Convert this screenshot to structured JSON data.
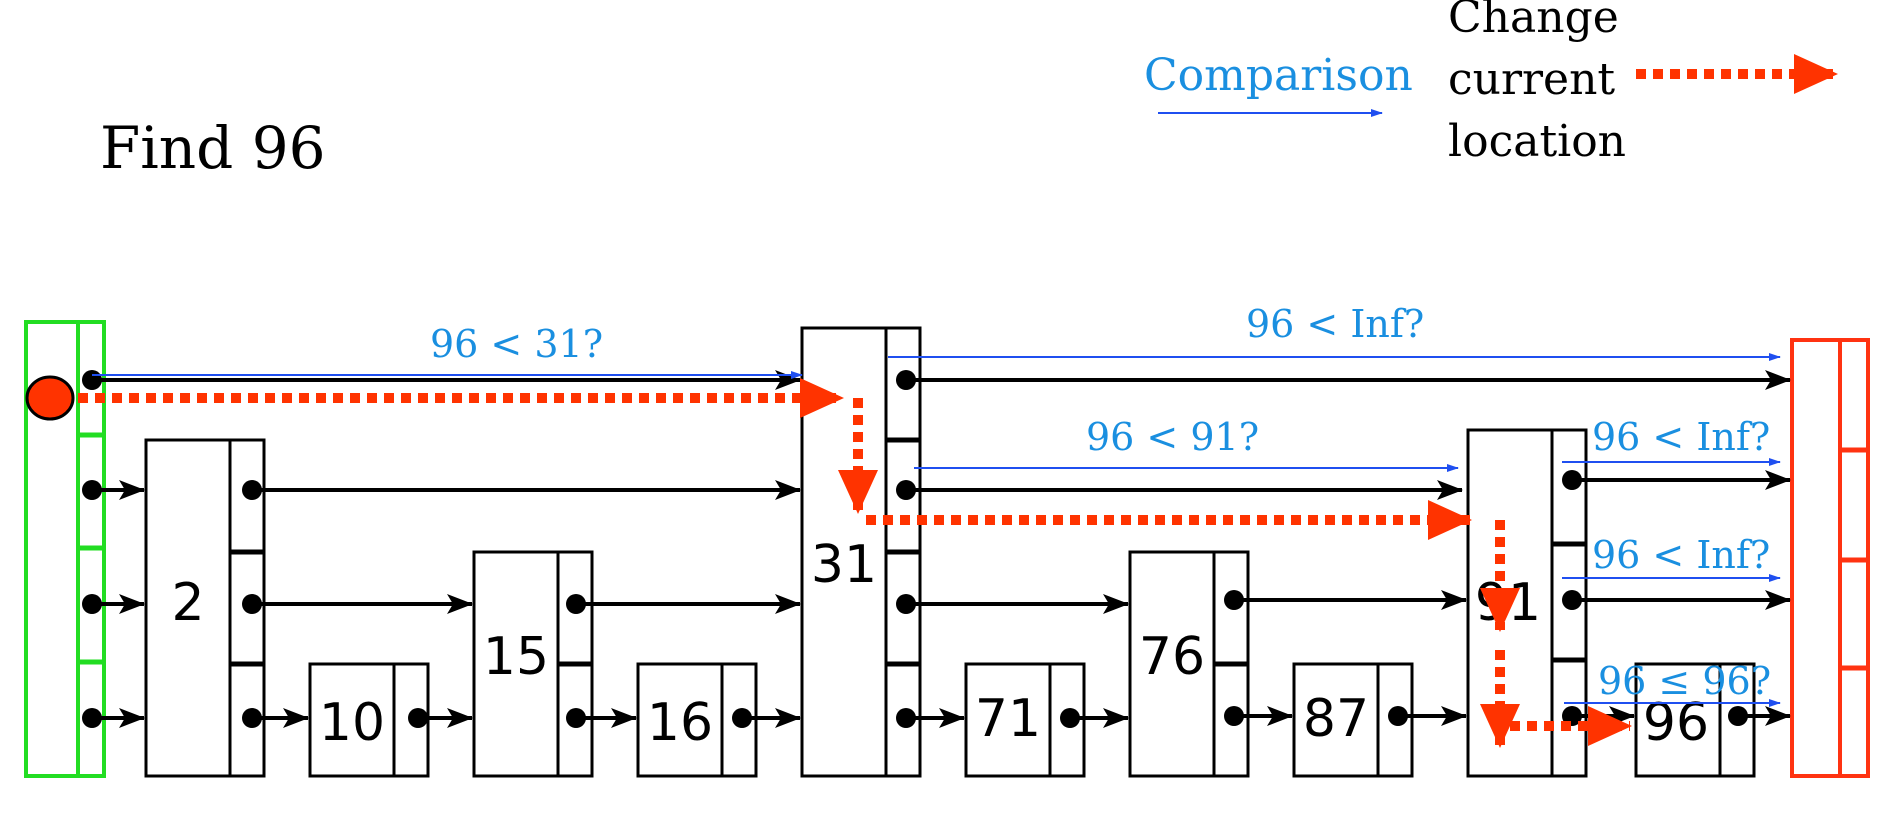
{
  "title": "Find 96",
  "legend": {
    "comparison_label": "Comparison",
    "change_label_lines": [
      "Change",
      "current",
      "location"
    ]
  },
  "colors": {
    "black": "#000000",
    "comparison_blue": "#1a8fe0",
    "comparison_arrow_blue": "#1f4ff0",
    "path_red": "#ff3300",
    "head_green": "#22dd22",
    "tail_red": "#ff3311"
  },
  "head": {
    "levels": 4,
    "label": ""
  },
  "tail": {
    "levels": 4,
    "label": ""
  },
  "nodes": [
    {
      "key": "2",
      "levels": 3
    },
    {
      "key": "10",
      "levels": 1
    },
    {
      "key": "15",
      "levels": 2
    },
    {
      "key": "16",
      "levels": 1
    },
    {
      "key": "31",
      "levels": 4
    },
    {
      "key": "71",
      "levels": 1
    },
    {
      "key": "76",
      "levels": 2
    },
    {
      "key": "87",
      "levels": 1
    },
    {
      "key": "91",
      "levels": 3
    },
    {
      "key": "96",
      "levels": 1
    }
  ],
  "comparisons": [
    {
      "text": "96 < 31?"
    },
    {
      "text": "96 < Inf?"
    },
    {
      "text": "96 < 91?"
    },
    {
      "text": "96 < Inf?"
    },
    {
      "text": "96 < Inf?"
    },
    {
      "text": "96 ≤ 96?"
    }
  ]
}
